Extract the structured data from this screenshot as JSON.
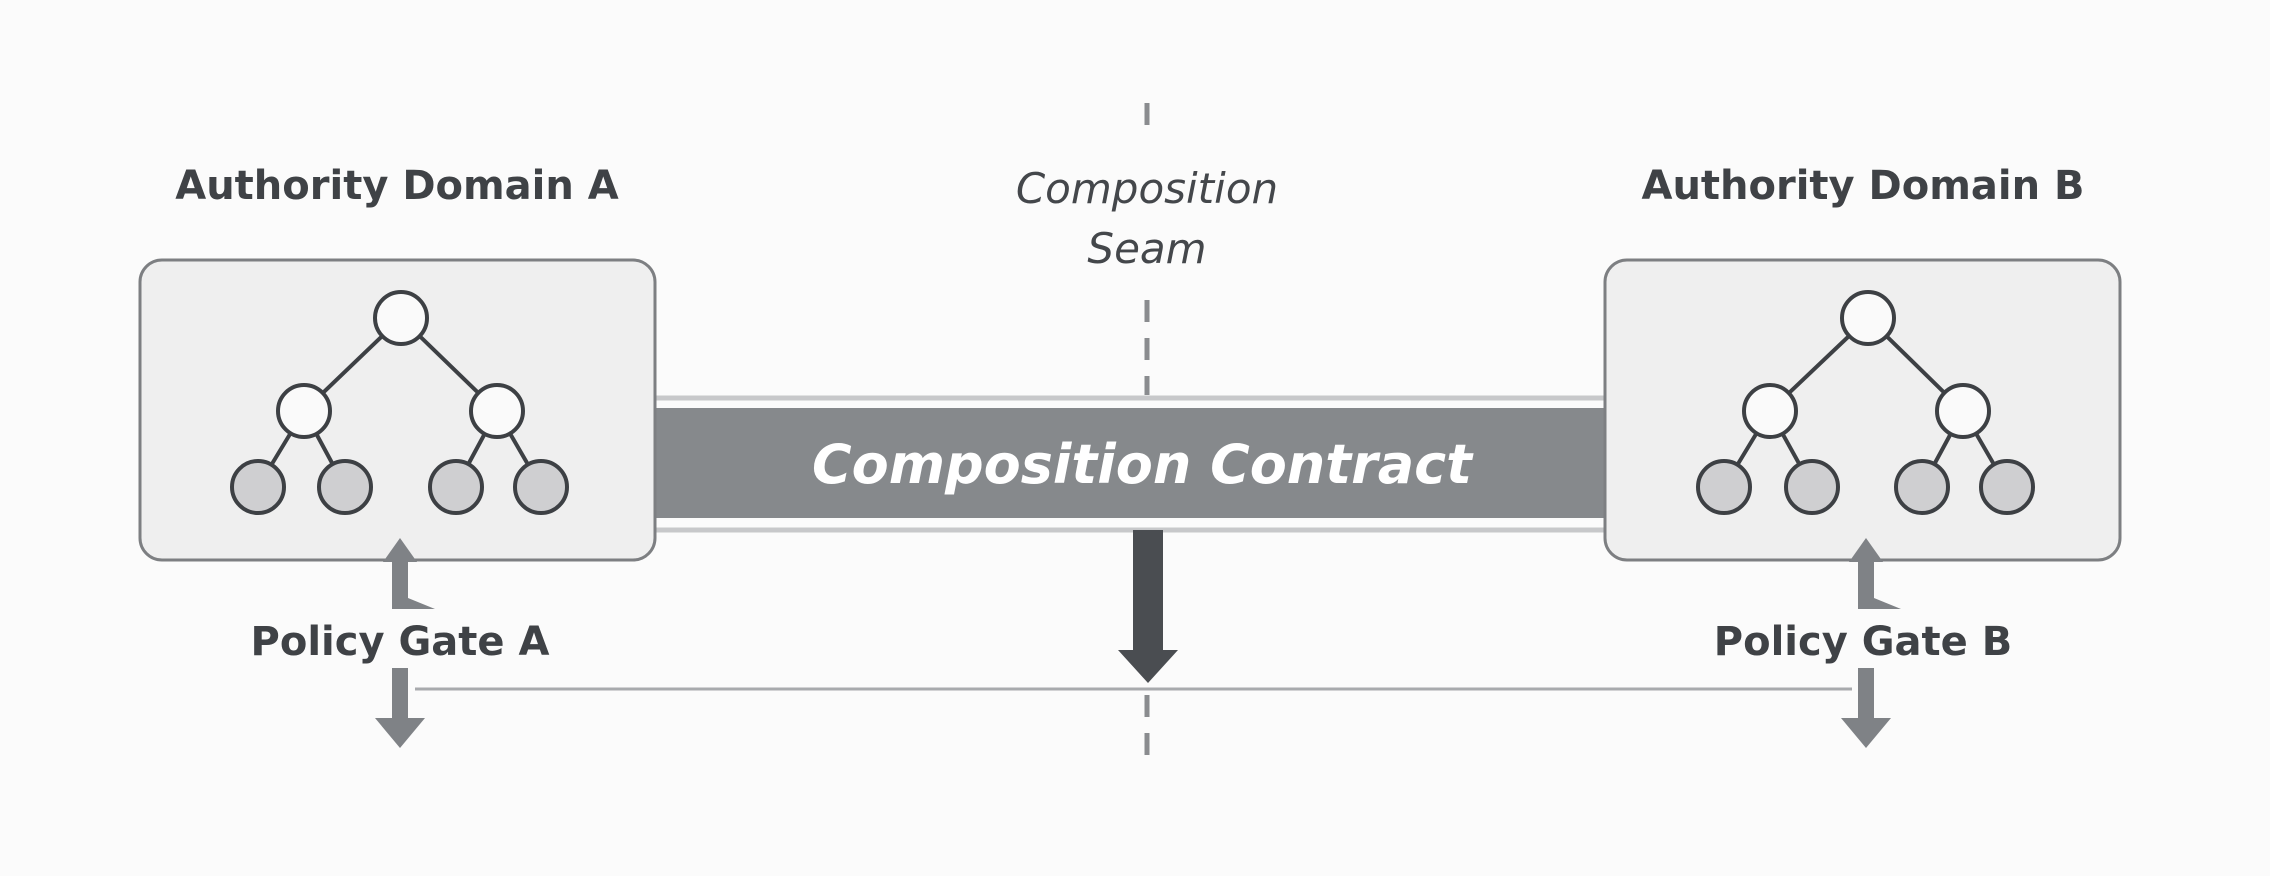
{
  "domain_a": {
    "title": "Authority Domain A"
  },
  "domain_b": {
    "title": "Authority Domain B"
  },
  "seam": {
    "line1": "Composition",
    "line2": "Seam"
  },
  "contract": {
    "label": "Composition Contract"
  },
  "gate_a": {
    "label": "Policy Gate A"
  },
  "gate_b": {
    "label": "Policy Gate B"
  },
  "colors": {
    "box_fill": "#efefef",
    "box_stroke": "#7d7f82",
    "contract_fill": "#86898c",
    "leaf_fill": "#cfcfd1",
    "dark_arrow": "#4a4d51",
    "gate_arrow": "#7f8286"
  }
}
